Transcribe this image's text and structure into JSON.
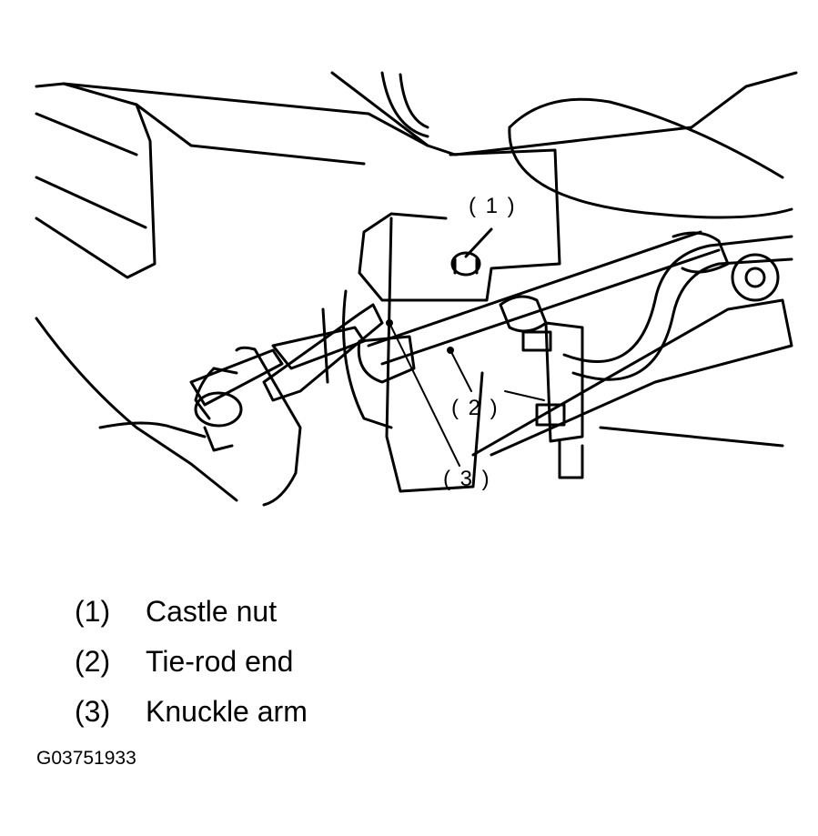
{
  "callouts": {
    "c1": "( 1 )",
    "c2": "( 2 )",
    "c3": "( 3 )"
  },
  "legend": [
    {
      "num": "(1)",
      "label": "Castle nut"
    },
    {
      "num": "(2)",
      "label": "Tie-rod end"
    },
    {
      "num": "(3)",
      "label": "Knuckle arm"
    }
  ],
  "figure_id": "G03751933"
}
